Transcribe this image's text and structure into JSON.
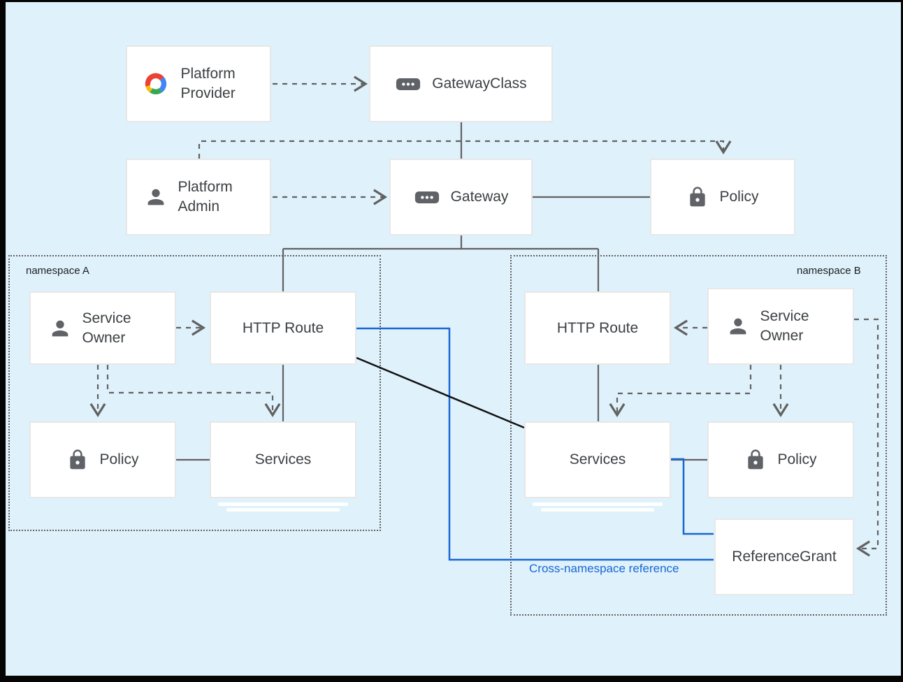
{
  "nodes": {
    "platform_provider": {
      "label": "Platform Provider",
      "icon": "google-cloud-icon"
    },
    "gateway_class": {
      "label": "GatewayClass",
      "icon": "resource-chip-icon"
    },
    "platform_admin": {
      "label": "Platform Admin",
      "icon": "person-icon"
    },
    "gateway": {
      "label": "Gateway",
      "icon": "resource-chip-icon"
    },
    "gateway_policy": {
      "label": "Policy",
      "icon": "lock-icon"
    },
    "service_owner_a": {
      "label": "Service Owner",
      "icon": "person-icon"
    },
    "http_route_a": {
      "label": "HTTP Route"
    },
    "policy_a": {
      "label": "Policy",
      "icon": "lock-icon"
    },
    "services_a": {
      "label": "Services"
    },
    "http_route_b": {
      "label": "HTTP Route"
    },
    "service_owner_b": {
      "label": "Service Owner",
      "icon": "person-icon"
    },
    "services_b": {
      "label": "Services"
    },
    "policy_b": {
      "label": "Policy",
      "icon": "lock-icon"
    },
    "reference_grant": {
      "label": "ReferenceGrant"
    }
  },
  "groups": {
    "namespace_a": {
      "label": "namespace A"
    },
    "namespace_b": {
      "label": "namespace B"
    }
  },
  "annotations": {
    "cross_namespace_reference": {
      "label": "Cross-namespace reference",
      "color": "#1967d2"
    }
  },
  "colors": {
    "background": "#dff1fb",
    "frame": "#050505",
    "line_gray": "#616161",
    "blue_accent": "#1967d2",
    "black_line": "#111111",
    "icon_gray": "#5f6368",
    "text": "#3c4043",
    "google_red": "#EA4335",
    "google_blue": "#4285F4",
    "google_green": "#34A853",
    "google_yellow": "#FBBC05"
  }
}
